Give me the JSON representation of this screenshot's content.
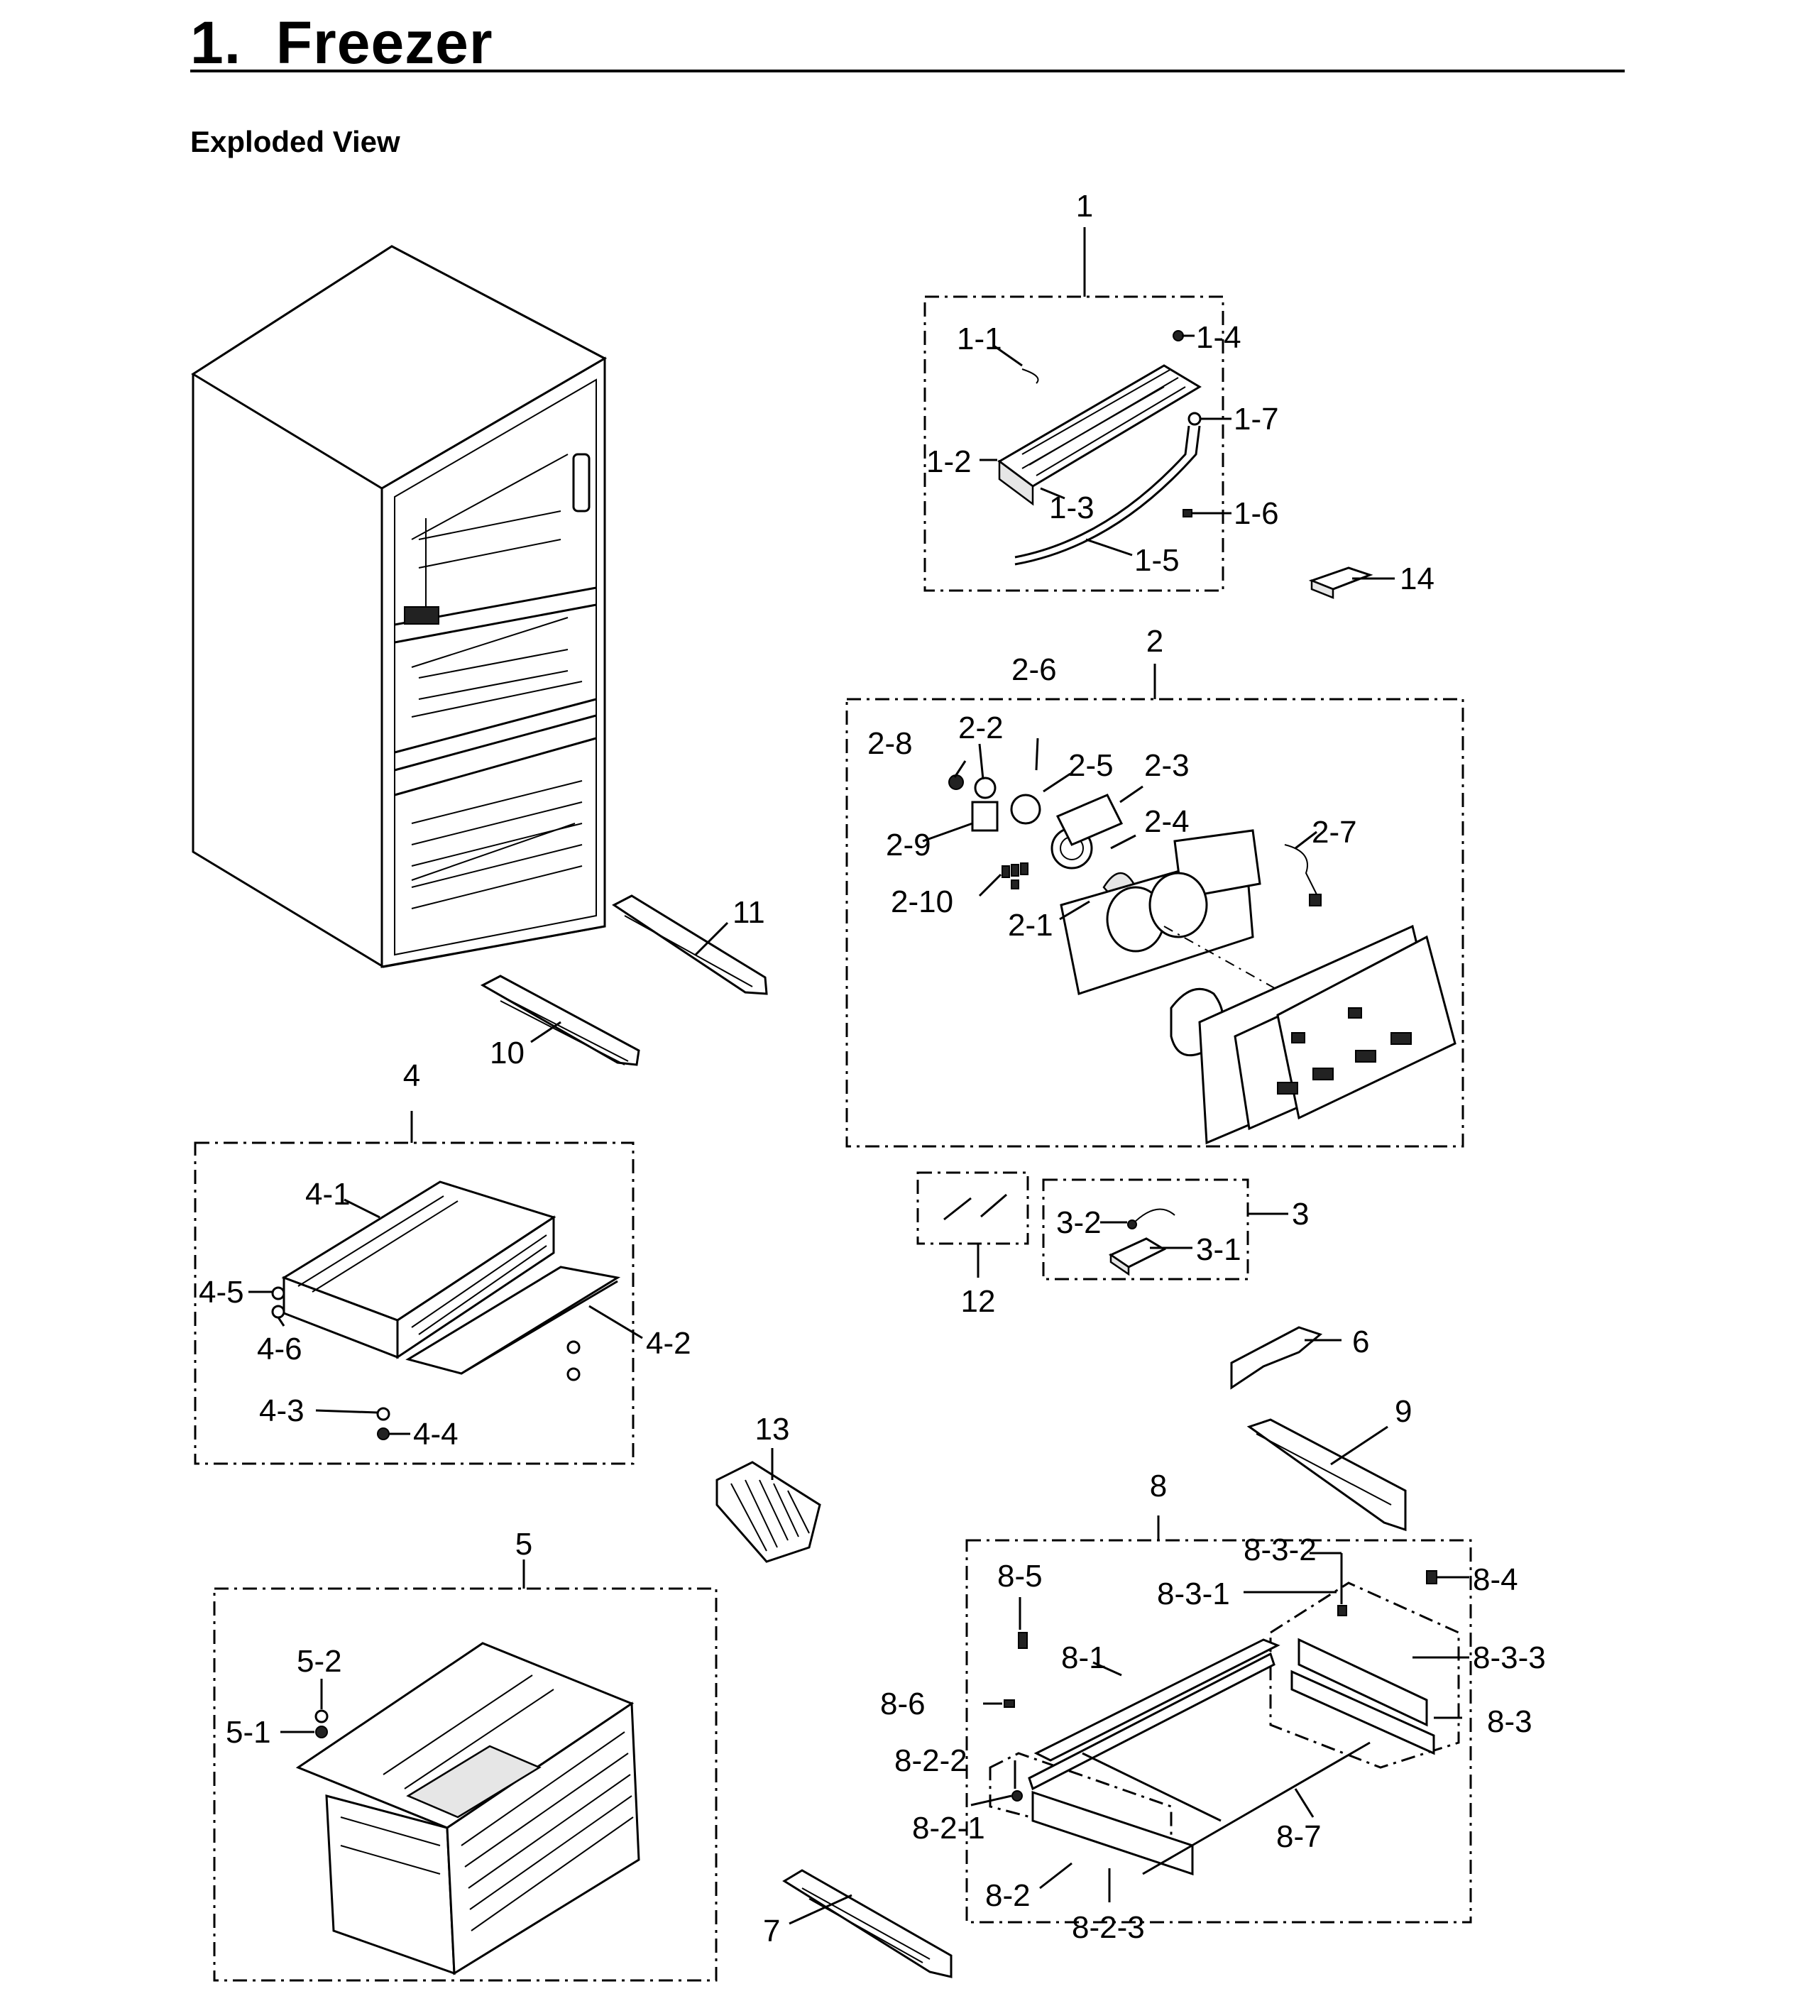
{
  "header": {
    "title": "1.  Freezer",
    "subtitle": "Exploded View"
  },
  "callouts": {
    "c1": "1",
    "c1_1": "1-1",
    "c1_2": "1-2",
    "c1_3": "1-3",
    "c1_4": "1-4",
    "c1_5": "1-5",
    "c1_6": "1-6",
    "c1_7": "1-7",
    "c2": "2",
    "c2_1": "2-1",
    "c2_2": "2-2",
    "c2_3": "2-3",
    "c2_4": "2-4",
    "c2_5": "2-5",
    "c2_6": "2-6",
    "c2_7": "2-7",
    "c2_8": "2-8",
    "c2_9": "2-9",
    "c2_10": "2-10",
    "c3": "3",
    "c3_1": "3-1",
    "c3_2": "3-2",
    "c4": "4",
    "c4_1": "4-1",
    "c4_2": "4-2",
    "c4_3": "4-3",
    "c4_4": "4-4",
    "c4_5": "4-5",
    "c4_6": "4-6",
    "c5": "5",
    "c5_1": "5-1",
    "c5_2": "5-2",
    "c6": "6",
    "c7": "7",
    "c8": "8",
    "c8_1": "8-1",
    "c8_2": "8-2",
    "c8_2_1": "8-2-1",
    "c8_2_2": "8-2-2",
    "c8_2_3": "8-2-3",
    "c8_3": "8-3",
    "c8_3_1": "8-3-1",
    "c8_3_2": "8-3-2",
    "c8_3_3": "8-3-3",
    "c8_4": "8-4",
    "c8_5": "8-5",
    "c8_6": "8-6",
    "c8_7": "8-7",
    "c9": "9",
    "c10": "10",
    "c11": "11",
    "c12": "12",
    "c13": "13",
    "c14": "14"
  }
}
